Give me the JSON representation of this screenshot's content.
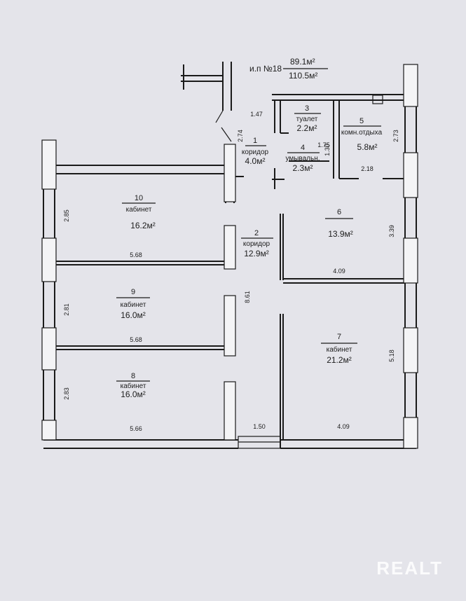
{
  "header": {
    "unit_label": "и.п №18",
    "area_total": "89.1м²",
    "area_gross": "110.5м²"
  },
  "rooms": [
    {
      "num": "1",
      "name": "коридор",
      "area": "4.0м²"
    },
    {
      "num": "2",
      "name": "коридор",
      "area": "12.9м²"
    },
    {
      "num": "3",
      "name": "туалет",
      "area": "2.2м²"
    },
    {
      "num": "4",
      "name": "умывальн.",
      "area": "2.3м²"
    },
    {
      "num": "5",
      "name": "комн.отдыха",
      "area": "5.8м²"
    },
    {
      "num": "6",
      "name": "",
      "area": "13.9м²"
    },
    {
      "num": "7",
      "name": "кабинет",
      "area": "21.2м²"
    },
    {
      "num": "8",
      "name": "кабинет",
      "area": "16.0м²"
    },
    {
      "num": "9",
      "name": "кабинет",
      "area": "16.0м²"
    },
    {
      "num": "10",
      "name": "кабинет",
      "area": "16.2м²"
    }
  ],
  "dims": {
    "d147": "1.47",
    "d274": "2.74",
    "d175": "1.75",
    "d130": "1.30",
    "d273": "2.73",
    "d218": "2.18",
    "d285": "2.85",
    "d568a": "5.68",
    "d339": "3.39",
    "d409a": "4.09",
    "d281": "2.81",
    "d861": "8.61",
    "d568b": "5.68",
    "d518": "5.18",
    "d283": "2.83",
    "d566": "5.66",
    "d150": "1.50",
    "d409b": "4.09"
  },
  "watermark": "REALT",
  "colors": {
    "paper": "#e4e4ea",
    "ink": "#1a1a1a",
    "watermark": "#ffffff"
  }
}
